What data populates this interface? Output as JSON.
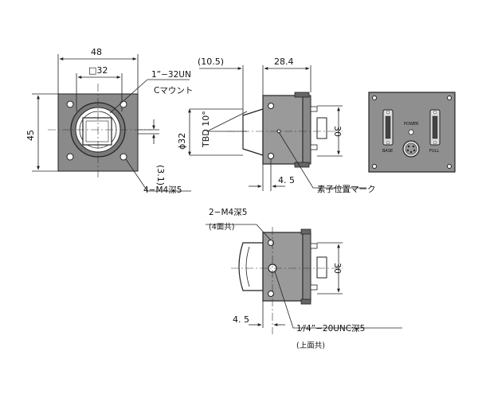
{
  "front_view": {
    "width_label": "48",
    "mount_square_label": "□32",
    "height_label": "45",
    "offset_label": "(3.1)",
    "mount_thread_label": "1”−32UN",
    "mount_type_label": "Cマウント",
    "screw_label": "4−M4深5"
  },
  "side_view": {
    "lens_length_label": "(10.5)",
    "body_length_label": "28.4",
    "diameter_label": "ϕ32",
    "tbd_label": "TBD 10°",
    "height_label": "30",
    "offset_label": "4. 5",
    "sensor_mark_label": "素子位置マーク"
  },
  "rear_view": {
    "power_label": "POWER",
    "base_label": "BASE",
    "full_label": "FULL"
  },
  "bottom_view": {
    "screw_label": "2−M4深5",
    "screw_note": "(4面共)",
    "height_label": "30",
    "offset_label": "4. 5",
    "tripod_label": "1⁄/4”−20UNC深5",
    "tripod_note": "(上面共)"
  }
}
